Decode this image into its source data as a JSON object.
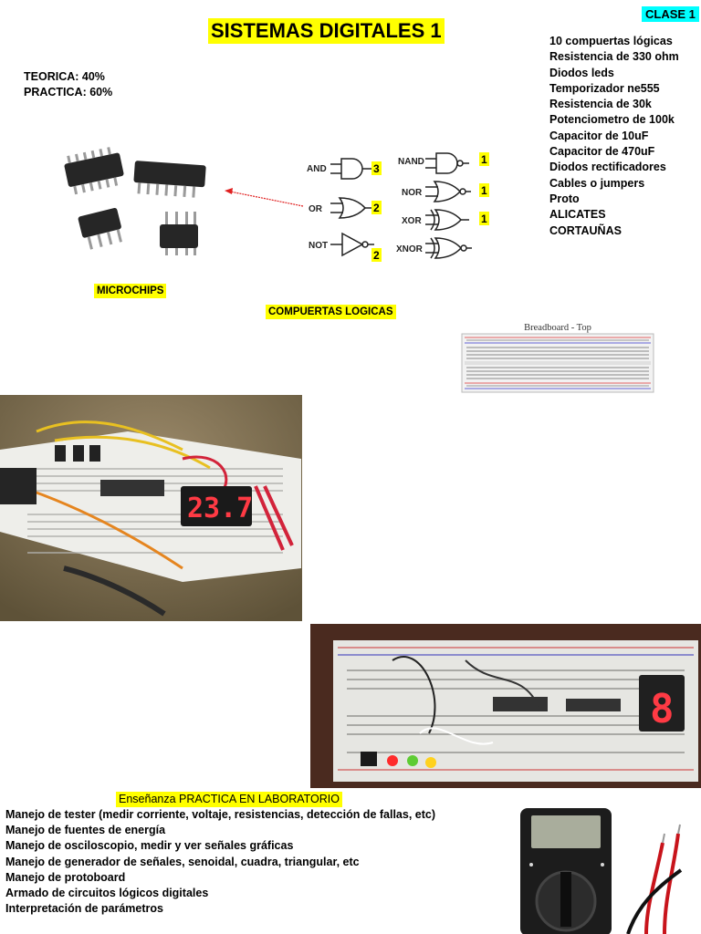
{
  "header": {
    "title": "SISTEMAS DIGITALES 1",
    "class_badge": "CLASE 1"
  },
  "grades": {
    "theory": "TEORICA: 40%",
    "practice": "PRACTICA: 60%"
  },
  "materials": [
    "10 compuertas lógicas",
    "Resistencia de 330 ohm",
    "Diodos leds",
    "Temporizador ne555",
    "Resistencia de 30k",
    "Potenciometro de 100k",
    "Capacitor de 10uF",
    "Capacitor de 470uF",
    "Diodos rectificadores",
    "Cables o jumpers",
    "Proto",
    "ALICATES",
    "CORTAUÑAS"
  ],
  "labels": {
    "microchips": "MICROCHIPS",
    "logic_gates": "COMPUERTAS LOGICAS"
  },
  "gates": {
    "left": [
      {
        "name": "AND",
        "count": "3"
      },
      {
        "name": "OR",
        "count": "2"
      },
      {
        "name": "NOT",
        "count": "2"
      }
    ],
    "right": [
      {
        "name": "NAND",
        "count": "1"
      },
      {
        "name": "NOR",
        "count": "1"
      },
      {
        "name": "XOR",
        "count": "1"
      },
      {
        "name": "XNOR",
        "count": ""
      }
    ]
  },
  "breadboard": {
    "caption": "Breadboard - Top"
  },
  "photo1": {
    "display": "23.7"
  },
  "lab": {
    "title": "Enseñanza PRACTICA EN LABORATORIO",
    "items": [
      "Manejo de tester (medir corriente, voltaje, resistencias, detección de fallas, etc)",
      "Manejo de fuentes de energía",
      "Manejo de osciloscopio, medir y ver señales gráficas",
      "Manejo de generador de señales, senoidal, cuadra, triangular, etc",
      "Manejo de protoboard",
      "Armado de circuitos lógicos digitales",
      "Interpretación de parámetros"
    ]
  },
  "colors": {
    "highlight_yellow": "#ffff00",
    "highlight_cyan": "#00ffff",
    "arrow_red": "#e02020"
  }
}
